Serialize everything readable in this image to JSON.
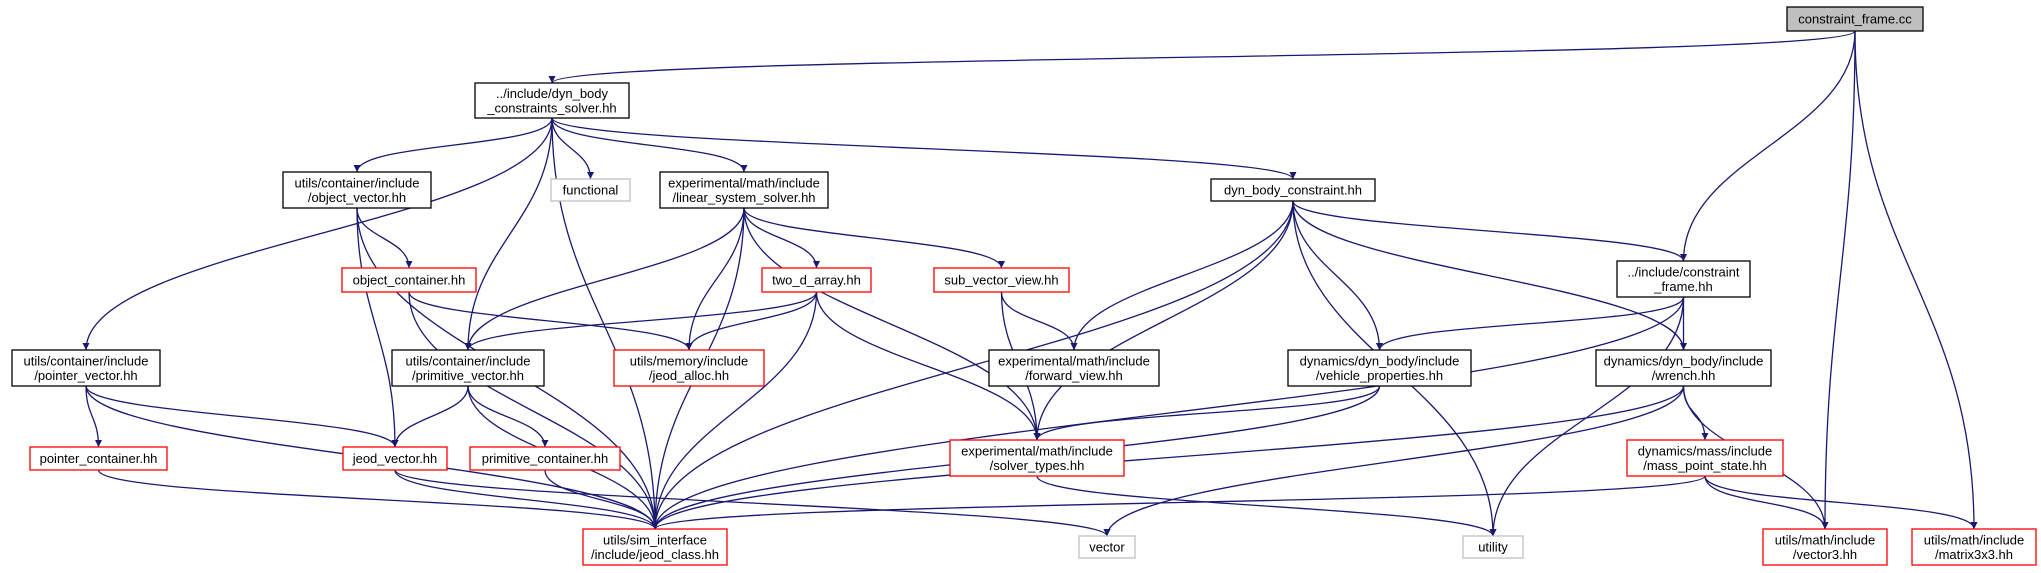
{
  "colors": {
    "edge": "#191970",
    "normal_border": "#000000",
    "missing_border": "#ff0000",
    "external_border": "#bfbfbf",
    "root_fill": "#bfbfbf",
    "fill": "#ffffff"
  },
  "nodes": {
    "constraint_frame_cc": {
      "lines": [
        "constraint_frame.cc"
      ],
      "style": "root"
    },
    "constraints_solver_hh": {
      "lines": [
        "../include/dyn_body",
        "_constraints_solver.hh"
      ],
      "style": "normal"
    },
    "object_vector_hh": {
      "lines": [
        "utils/container/include",
        "/object_vector.hh"
      ],
      "style": "normal"
    },
    "functional": {
      "lines": [
        "functional"
      ],
      "style": "external"
    },
    "linear_system_solver_hh": {
      "lines": [
        "experimental/math/include",
        "/linear_system_solver.hh"
      ],
      "style": "normal"
    },
    "dyn_body_constraint_hh": {
      "lines": [
        "dyn_body_constraint.hh"
      ],
      "style": "normal"
    },
    "object_container_hh": {
      "lines": [
        "object_container.hh"
      ],
      "style": "missing"
    },
    "two_d_array_hh": {
      "lines": [
        "two_d_array.hh"
      ],
      "style": "missing"
    },
    "sub_vector_view_hh": {
      "lines": [
        "sub_vector_view.hh"
      ],
      "style": "missing"
    },
    "include_constraint_frame_hh": {
      "lines": [
        "../include/constraint",
        "_frame.hh"
      ],
      "style": "normal"
    },
    "pointer_vector_hh": {
      "lines": [
        "utils/container/include",
        "/pointer_vector.hh"
      ],
      "style": "normal"
    },
    "primitive_vector_hh": {
      "lines": [
        "utils/container/include",
        "/primitive_vector.hh"
      ],
      "style": "normal"
    },
    "jeod_alloc_hh": {
      "lines": [
        "utils/memory/include",
        "/jeod_alloc.hh"
      ],
      "style": "missing"
    },
    "forward_view_hh": {
      "lines": [
        "experimental/math/include",
        "/forward_view.hh"
      ],
      "style": "normal"
    },
    "vehicle_properties_hh": {
      "lines": [
        "dynamics/dyn_body/include",
        "/vehicle_properties.hh"
      ],
      "style": "normal"
    },
    "wrench_hh": {
      "lines": [
        "dynamics/dyn_body/include",
        "/wrench.hh"
      ],
      "style": "normal"
    },
    "pointer_container_hh": {
      "lines": [
        "pointer_container.hh"
      ],
      "style": "missing"
    },
    "jeod_vector_hh": {
      "lines": [
        "jeod_vector.hh"
      ],
      "style": "missing"
    },
    "primitive_container_hh": {
      "lines": [
        "primitive_container.hh"
      ],
      "style": "missing"
    },
    "solver_types_hh": {
      "lines": [
        "experimental/math/include",
        "/solver_types.hh"
      ],
      "style": "missing"
    },
    "mass_point_state_hh": {
      "lines": [
        "dynamics/mass/include",
        "/mass_point_state.hh"
      ],
      "style": "missing"
    },
    "jeod_class_hh": {
      "lines": [
        "utils/sim_interface",
        "/include/jeod_class.hh"
      ],
      "style": "missing"
    },
    "vector": {
      "lines": [
        "vector"
      ],
      "style": "external"
    },
    "utility": {
      "lines": [
        "utility"
      ],
      "style": "external"
    },
    "vector3_hh": {
      "lines": [
        "utils/math/include",
        "/vector3.hh"
      ],
      "style": "missing"
    },
    "matrix3x3_hh": {
      "lines": [
        "utils/math/include",
        "/matrix3x3.hh"
      ],
      "style": "missing"
    }
  },
  "edges": [
    [
      "constraint_frame_cc",
      "constraints_solver_hh"
    ],
    [
      "constraint_frame_cc",
      "include_constraint_frame_hh"
    ],
    [
      "constraint_frame_cc",
      "vector3_hh"
    ],
    [
      "constraint_frame_cc",
      "matrix3x3_hh"
    ],
    [
      "constraints_solver_hh",
      "object_vector_hh"
    ],
    [
      "constraints_solver_hh",
      "functional"
    ],
    [
      "constraints_solver_hh",
      "linear_system_solver_hh"
    ],
    [
      "constraints_solver_hh",
      "dyn_body_constraint_hh"
    ],
    [
      "constraints_solver_hh",
      "pointer_vector_hh"
    ],
    [
      "constraints_solver_hh",
      "primitive_vector_hh"
    ],
    [
      "constraints_solver_hh",
      "jeod_class_hh"
    ],
    [
      "object_vector_hh",
      "object_container_hh"
    ],
    [
      "object_vector_hh",
      "jeod_vector_hh"
    ],
    [
      "object_vector_hh",
      "jeod_class_hh"
    ],
    [
      "object_container_hh",
      "jeod_alloc_hh"
    ],
    [
      "object_container_hh",
      "jeod_class_hh"
    ],
    [
      "linear_system_solver_hh",
      "two_d_array_hh"
    ],
    [
      "linear_system_solver_hh",
      "sub_vector_view_hh"
    ],
    [
      "linear_system_solver_hh",
      "primitive_vector_hh"
    ],
    [
      "linear_system_solver_hh",
      "jeod_alloc_hh"
    ],
    [
      "linear_system_solver_hh",
      "solver_types_hh"
    ],
    [
      "linear_system_solver_hh",
      "jeod_class_hh"
    ],
    [
      "two_d_array_hh",
      "primitive_vector_hh"
    ],
    [
      "two_d_array_hh",
      "jeod_alloc_hh"
    ],
    [
      "two_d_array_hh",
      "solver_types_hh"
    ],
    [
      "two_d_array_hh",
      "jeod_class_hh"
    ],
    [
      "sub_vector_view_hh",
      "forward_view_hh"
    ],
    [
      "sub_vector_view_hh",
      "solver_types_hh"
    ],
    [
      "dyn_body_constraint_hh",
      "include_constraint_frame_hh"
    ],
    [
      "dyn_body_constraint_hh",
      "forward_view_hh"
    ],
    [
      "dyn_body_constraint_hh",
      "vehicle_properties_hh"
    ],
    [
      "dyn_body_constraint_hh",
      "wrench_hh"
    ],
    [
      "dyn_body_constraint_hh",
      "solver_types_hh"
    ],
    [
      "dyn_body_constraint_hh",
      "utility"
    ],
    [
      "dyn_body_constraint_hh",
      "jeod_class_hh"
    ],
    [
      "include_constraint_frame_hh",
      "vehicle_properties_hh"
    ],
    [
      "include_constraint_frame_hh",
      "wrench_hh"
    ],
    [
      "include_constraint_frame_hh",
      "jeod_class_hh"
    ],
    [
      "include_constraint_frame_hh",
      "utility"
    ],
    [
      "pointer_vector_hh",
      "pointer_container_hh"
    ],
    [
      "pointer_vector_hh",
      "jeod_vector_hh"
    ],
    [
      "pointer_vector_hh",
      "jeod_class_hh"
    ],
    [
      "primitive_vector_hh",
      "jeod_vector_hh"
    ],
    [
      "primitive_vector_hh",
      "primitive_container_hh"
    ],
    [
      "primitive_vector_hh",
      "jeod_class_hh"
    ],
    [
      "vehicle_properties_hh",
      "solver_types_hh"
    ],
    [
      "vehicle_properties_hh",
      "jeod_class_hh"
    ],
    [
      "wrench_hh",
      "mass_point_state_hh"
    ],
    [
      "wrench_hh",
      "vector3_hh"
    ],
    [
      "wrench_hh",
      "jeod_class_hh"
    ],
    [
      "wrench_hh",
      "vector"
    ],
    [
      "pointer_container_hh",
      "jeod_class_hh"
    ],
    [
      "jeod_vector_hh",
      "jeod_class_hh"
    ],
    [
      "jeod_vector_hh",
      "vector"
    ],
    [
      "primitive_container_hh",
      "jeod_class_hh"
    ],
    [
      "solver_types_hh",
      "utility"
    ],
    [
      "mass_point_state_hh",
      "vector3_hh"
    ],
    [
      "mass_point_state_hh",
      "matrix3x3_hh"
    ],
    [
      "mass_point_state_hh",
      "jeod_class_hh"
    ]
  ]
}
